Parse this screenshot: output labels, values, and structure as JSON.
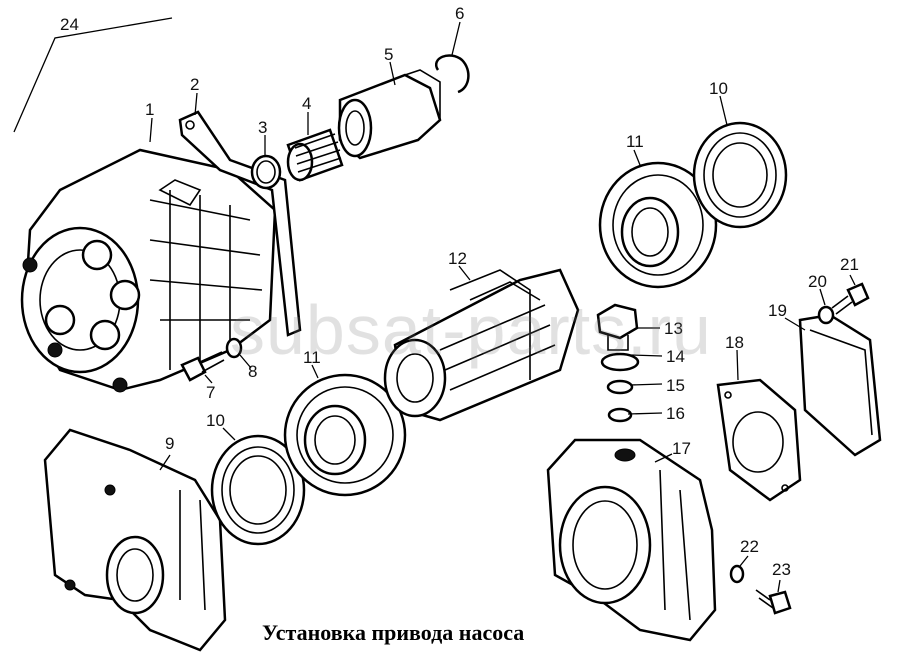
{
  "diagram": {
    "caption": "Установка привода насоса",
    "watermark": "subsat-parts.ru",
    "callouts": [
      "24",
      "2",
      "1",
      "3",
      "4",
      "5",
      "6",
      "10",
      "11",
      "12",
      "13",
      "14",
      "15",
      "16",
      "17",
      "18",
      "19",
      "20",
      "21",
      "7",
      "8",
      "11",
      "10",
      "9",
      "22",
      "23"
    ]
  }
}
